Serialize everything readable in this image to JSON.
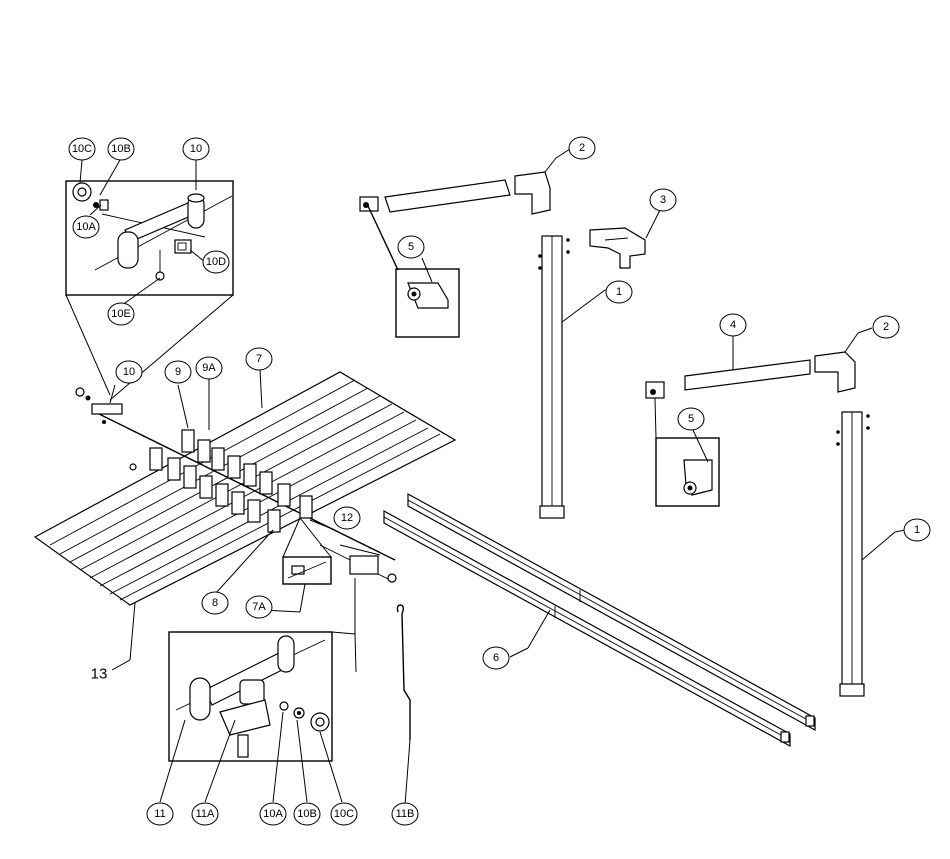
{
  "callouts": [
    {
      "id": "c-10c-top",
      "text": "10C"
    },
    {
      "id": "c-10b-top",
      "text": "10B"
    },
    {
      "id": "c-10-top",
      "text": "10"
    },
    {
      "id": "c-10a-top",
      "text": "10A"
    },
    {
      "id": "c-10d",
      "text": "10D"
    },
    {
      "id": "c-10e",
      "text": "10E"
    },
    {
      "id": "c-10-mid",
      "text": "10"
    },
    {
      "id": "c-9",
      "text": "9"
    },
    {
      "id": "c-9a",
      "text": "9A"
    },
    {
      "id": "c-7",
      "text": "7"
    },
    {
      "id": "c-12",
      "text": "12"
    },
    {
      "id": "c-8",
      "text": "8"
    },
    {
      "id": "c-7a",
      "text": "7A"
    },
    {
      "id": "c-13",
      "text": "13"
    },
    {
      "id": "c-11",
      "text": "11"
    },
    {
      "id": "c-11a",
      "text": "11A"
    },
    {
      "id": "c-10a-bot",
      "text": "10A"
    },
    {
      "id": "c-10b-bot",
      "text": "10B"
    },
    {
      "id": "c-10c-bot",
      "text": "10C"
    },
    {
      "id": "c-11b",
      "text": "11B"
    },
    {
      "id": "c-2-top",
      "text": "2"
    },
    {
      "id": "c-3",
      "text": "3"
    },
    {
      "id": "c-5-top",
      "text": "5"
    },
    {
      "id": "c-1-top",
      "text": "1"
    },
    {
      "id": "c-4",
      "text": "4"
    },
    {
      "id": "c-2-mid",
      "text": "2"
    },
    {
      "id": "c-5-mid",
      "text": "5"
    },
    {
      "id": "c-1-mid",
      "text": "1"
    },
    {
      "id": "c-6",
      "text": "6"
    }
  ]
}
